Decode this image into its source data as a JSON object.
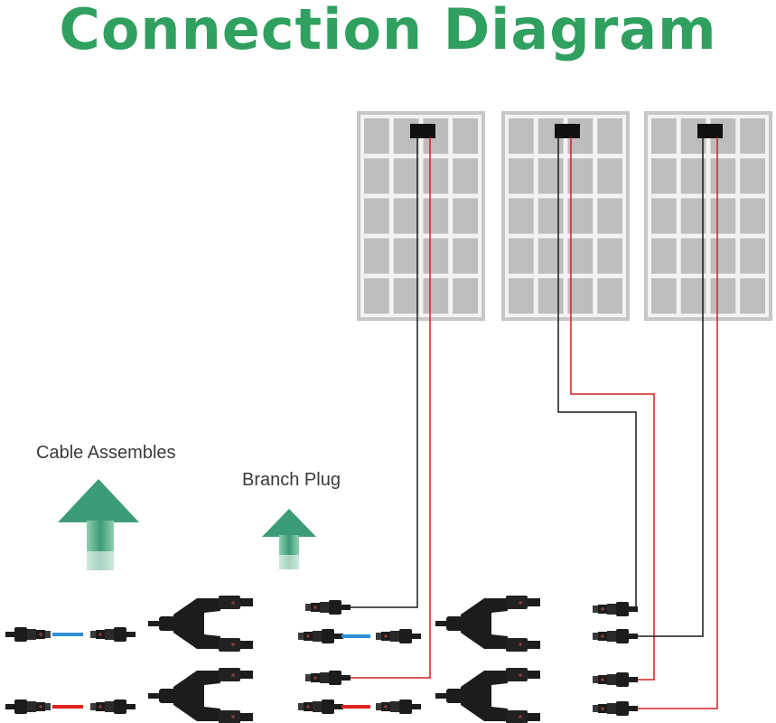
{
  "title": "Connection Diagram",
  "labels": {
    "cable_assemblies": "Cable Assembles",
    "branch_plug": "Branch Plug"
  },
  "panels": [
    {
      "id": "panel-1"
    },
    {
      "id": "panel-2"
    },
    {
      "id": "panel-3"
    }
  ],
  "colors": {
    "title": "#2fa060",
    "arrow": "#3d9c78",
    "panel_frame": "#c7c7c7",
    "panel_cell": "#bdbdbd",
    "wire_negative": "#1a1a1a",
    "wire_positive": "#d02020",
    "cable_blue": "#2f8fd8",
    "cable_red": "#e02020",
    "connector": "#1c1c1c"
  },
  "icons": [
    "arrow-up-icon",
    "solar-panel-icon",
    "junction-box-icon",
    "mc4-connector-icon",
    "branch-connector-icon"
  ]
}
